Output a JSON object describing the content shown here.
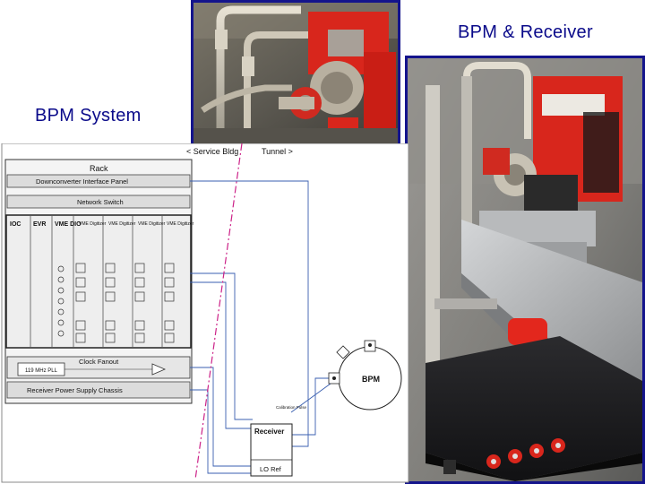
{
  "titles": {
    "bpm_receiver": "BPM & Receiver",
    "bpm_system": "BPM System"
  },
  "diagram": {
    "header_left": "< Service Bldg",
    "header_right": "Tunnel >",
    "rack_label": "Rack",
    "panel_dip": "Downconverter Interface Panel",
    "network_switch": "Network Switch",
    "modules": [
      "IOC",
      "EVR",
      "VME\nDIO"
    ],
    "digitizers": [
      "VME\nDigitizer",
      "VME\nDigitizer",
      "VME\nDigitizer",
      "VME\nDigitizer"
    ],
    "clock_fanout": "Clock Fanout",
    "pll": "119 MHz PLL",
    "power_supply": "Receiver Power Supply Chassis",
    "receiver": "Receiver",
    "lo_ref": "LO Ref",
    "bpm": "BPM",
    "small_label": "Calibration\nPulse"
  },
  "colors": {
    "title": "#0a0a8a",
    "frame": "#14148c",
    "cable_blue": "#3a5fb0",
    "dash_magenta": "#cc2288",
    "hardware_red": "#d8261c"
  }
}
